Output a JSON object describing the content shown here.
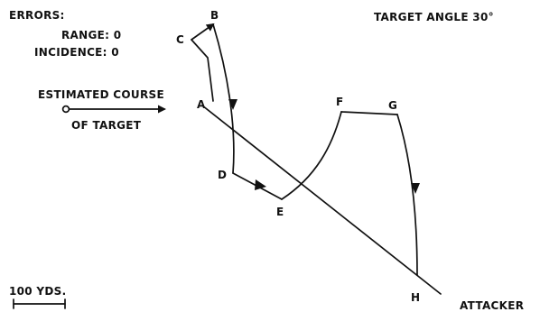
{
  "header": {
    "errors_title": "ERRORS:",
    "range_label": "RANGE: 0",
    "incidence_label": "INCIDENCE: 0",
    "target_angle": "TARGET ANGLE 30°"
  },
  "course": {
    "line1": "ESTIMATED COURSE",
    "line2": "OF TARGET"
  },
  "points": {
    "A": "A",
    "B": "B",
    "C": "C",
    "D": "D",
    "E": "E",
    "F": "F",
    "G": "G",
    "H": "H"
  },
  "attacker_label": "ATTACKER",
  "scale": {
    "label": "100 YDS."
  },
  "colors": {
    "ink": "#111111",
    "background": "#ffffff"
  }
}
